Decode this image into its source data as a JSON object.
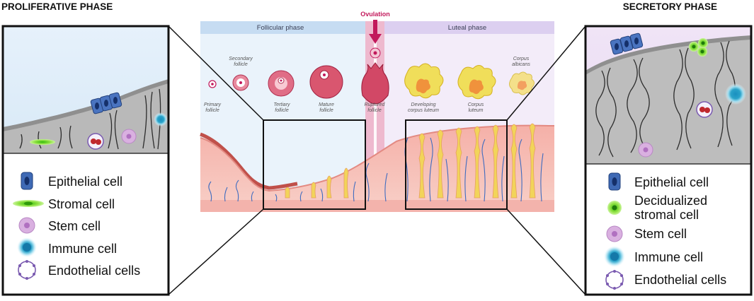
{
  "left_panel": {
    "title": "PROLIFERATIVE PHASE",
    "legend": [
      {
        "icon": "epithelial-cell-icon",
        "label": "Epithelial cell"
      },
      {
        "icon": "stromal-cell-icon",
        "label": "Stromal cell"
      },
      {
        "icon": "stem-cell-icon",
        "label": "Stem cell"
      },
      {
        "icon": "immune-cell-icon",
        "label": "Immune cell"
      },
      {
        "icon": "endothelial-cell-icon",
        "label": "Endothelial cells"
      }
    ]
  },
  "right_panel": {
    "title": "SECRETORY PHASE",
    "legend": [
      {
        "icon": "epithelial-cell-icon",
        "label": "Epithelial cell"
      },
      {
        "icon": "decidualized-stromal-cell-icon",
        "label_line1": "Decidualized",
        "label_line2": "stromal cell"
      },
      {
        "icon": "stem-cell-icon",
        "label": "Stem cell"
      },
      {
        "icon": "immune-cell-icon",
        "label": "Immune cell"
      },
      {
        "icon": "endothelial-cell-icon",
        "label": "Endothelial cells"
      }
    ]
  },
  "center": {
    "follicular_label": "Follicular phase",
    "luteal_label": "Luteal phase",
    "ovulation_label": "Ovulation",
    "stages": {
      "primary": [
        "Primary",
        "follicle"
      ],
      "secondary": [
        "Secondary",
        "follicle"
      ],
      "tertiary": [
        "Tertiary",
        "follicle"
      ],
      "mature": [
        "Mature",
        "follicle"
      ],
      "ruptured": [
        "Ruptured",
        "follicle"
      ],
      "developing": [
        "Developing",
        "corpus luteum"
      ],
      "corpus_luteum": [
        "Corpus",
        "luteum"
      ],
      "corpus_albicans": [
        "Corpus",
        "albicans"
      ]
    }
  },
  "colors": {
    "follicular_band": "#c6dcf2",
    "luteal_band": "#dccff0",
    "ovulation": "#c2185b",
    "endometrium": "#f4b8b4",
    "gland": "#f2d45a",
    "vessel": "#3f6cc0",
    "epithelial": "#3f6ab5",
    "stromal": "#7ddc2e",
    "stem": "#d9b0e0",
    "immune": "#2aa3c9",
    "endothelial": "#7a5ab0"
  }
}
